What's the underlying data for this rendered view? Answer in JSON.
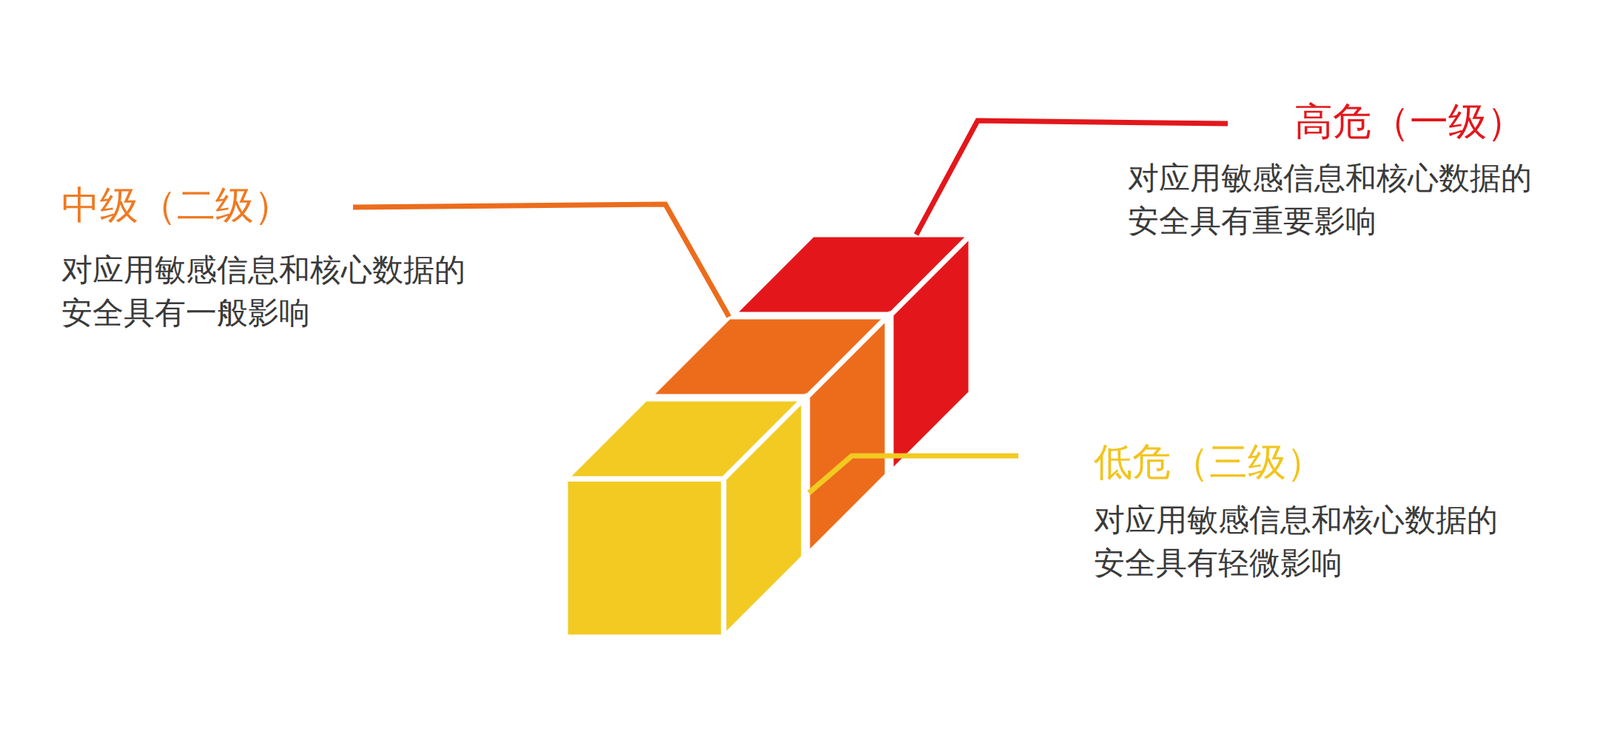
{
  "diagram": {
    "labels": [
      "高危（一级）",
      "对应用敏感信息和核心数据的 安全具有重要影响",
      "中级（二级）",
      "对应用敏感信息和核心数据的 安全具有一般影响",
      "低危（三级）",
      "对应用敏感信息和核心数据的 安全具有轻微影响"
    ]
  }
}
